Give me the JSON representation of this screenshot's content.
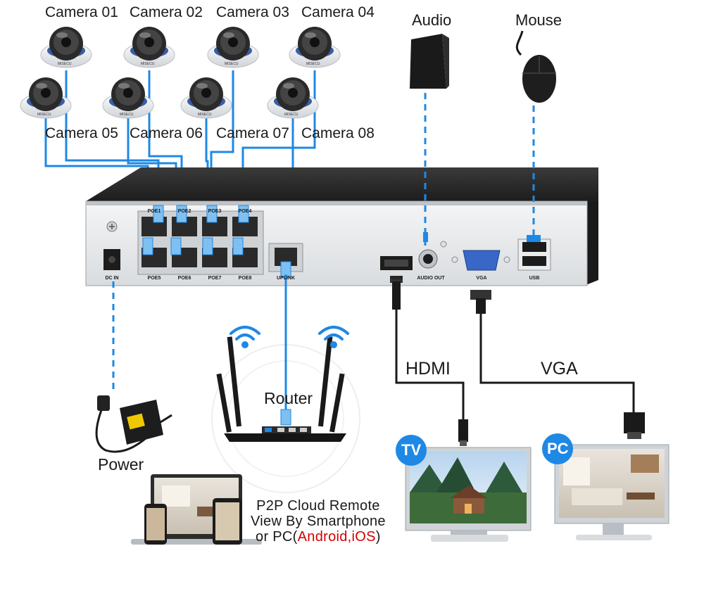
{
  "cameras": {
    "labels": [
      "Camera 01",
      "Camera 02",
      "Camera 03",
      "Camera 04",
      "Camera 05",
      "Camera 06",
      "Camera 07",
      "Camera 08"
    ],
    "brand_text": "MISECU"
  },
  "devices": {
    "audio_label": "Audio",
    "mouse_label": "Mouse",
    "router_label": "Router",
    "power_label": "Power",
    "tv_badge": "TV",
    "pc_badge": "PC"
  },
  "cables": {
    "hdmi_label": "HDMI",
    "vga_label": "VGA"
  },
  "p2p": {
    "line1": "P2P Cloud Remote",
    "line2": "View By Smartphone",
    "line3_prefix": "or PC(",
    "line3_highlight": "Android,iOS",
    "line3_suffix": ")"
  },
  "nvr_ports": {
    "poe_top": [
      "POE1",
      "POE2",
      "POE3",
      "POE4"
    ],
    "poe_bottom": [
      "POE5",
      "POE6",
      "POE7",
      "POE8"
    ],
    "dc_in": "DC IN",
    "uplink": "UPLINK",
    "hdmi": "HDMI",
    "audio_out": "AUDIO OUT",
    "vga": "VGA",
    "usb": "USB"
  },
  "colors": {
    "cable_blue": "#1e88e5",
    "badge_blue": "#1e88e5",
    "highlight_red": "#d40000",
    "nvr_body": "#2b2b2b"
  }
}
